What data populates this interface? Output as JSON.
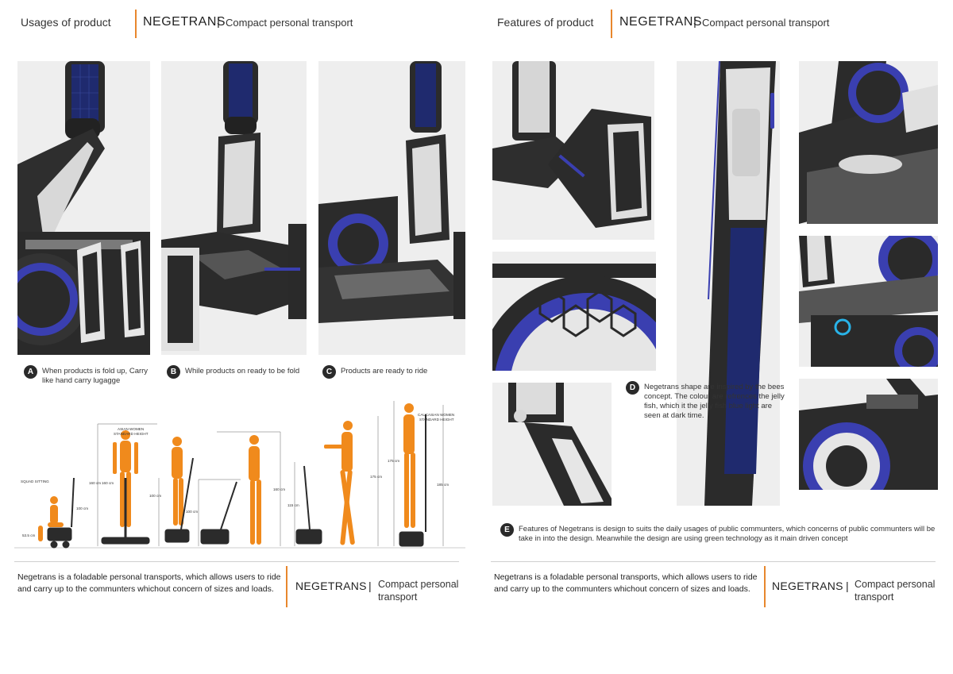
{
  "left_page": {
    "section_title": "Usages of product",
    "brand": "NEGETRANS",
    "pipe": "|",
    "tagline": "Compact personal transport",
    "captions": [
      {
        "badge": "A",
        "text": "When products is fold up, Carry like hand carry lugagge"
      },
      {
        "badge": "B",
        "text": "While products on ready to be fold"
      },
      {
        "badge": "C",
        "text": "Products are ready to ride"
      }
    ],
    "ergonomics": {
      "labels": {
        "squad_sitting": "SQUAD SITTING",
        "asian_women": "ASIAN WOMEN",
        "standard_height": "STANDARD HEIGHT",
        "caucasian_women": "CAUCASIAN WOMEN",
        "standard_height_2": "STANDARD HEIGHT"
      },
      "measurements": [
        "160 cm",
        "100 cm",
        "53.5 cm",
        "160 cm",
        "100 cm",
        "100 cm",
        "160 cm",
        "115 cm",
        "175 cm",
        "175 cm",
        "185 cm"
      ]
    },
    "footer": {
      "description": "Negetrans is a foladable personal transports, which allows users to ride and carry up to the communters whichout concern of sizes and loads.",
      "brand": "NEGETRANS",
      "pipe": "|",
      "tagline": "Compact personal transport"
    }
  },
  "right_page": {
    "section_title": "Features of product",
    "brand": "NEGETRANS",
    "pipe": "|",
    "tagline": "Compact personal transport",
    "caption_d": {
      "badge": "D",
      "text": "Negetrans shape are inspired by the bees concept. The colour are refrences the jelly fish, which it the jelly fish blue light are seen at dark time."
    },
    "caption_e": {
      "badge": "E",
      "text": "Features of Negetrans is design to suits the daily usages of public communters, which concerns of public communters will be take in into the design. Meanwhile the design are using green technology as it main driven concept"
    },
    "footer": {
      "description": "Negetrans is a foladable personal transports, which allows users to ride and carry up to the communters whichout concern of sizes and loads.",
      "brand": "NEGETRANS",
      "pipe": "|",
      "tagline": "Compact personal transport"
    }
  },
  "colors": {
    "accent_orange": "#e8872d",
    "product_blue": "#3a3fb0",
    "product_dark": "#2b2b2b",
    "figure_orange": "#f08a1c"
  }
}
